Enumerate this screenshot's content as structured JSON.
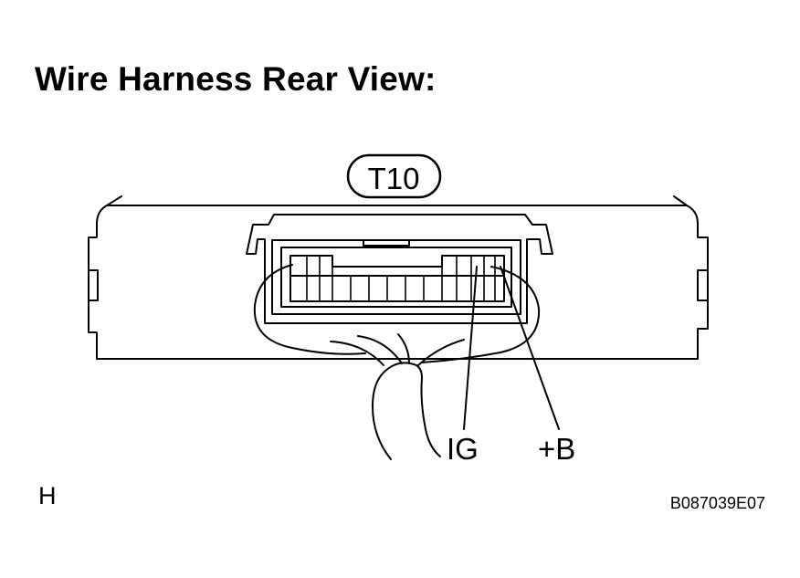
{
  "title": "Wire Harness Rear View:",
  "connector_code": "T10",
  "terminal_labels": {
    "ig": "IG",
    "b_plus": "+B"
  },
  "corner_letter": "H",
  "figure_code": "B087039E07"
}
